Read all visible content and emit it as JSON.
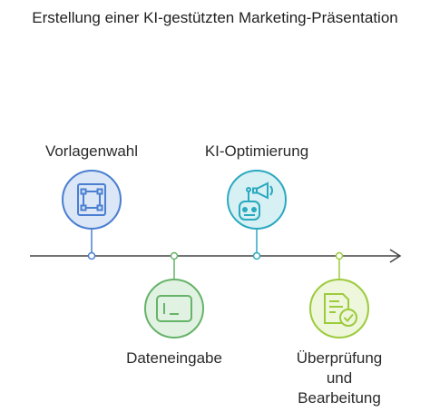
{
  "title": "Erstellung einer KI-gestützten Marketing-Präsentation",
  "steps": [
    {
      "label": "Vorlagenwahl",
      "icon": "template-frame-icon",
      "color": "#4a7fd1",
      "fill": "#dbe6f7"
    },
    {
      "label": "Dateneingabe",
      "icon": "terminal-input-icon",
      "color": "#66b36a",
      "fill": "#e1f2e2"
    },
    {
      "label": "KI-Optimierung",
      "icon": "robot-megaphone-icon",
      "color": "#2aa9bf",
      "fill": "#d6f0f4"
    },
    {
      "label": "Überprüfung\nund\nBearbeitung",
      "icon": "document-check-icon",
      "color": "#9ccb3b",
      "fill": "#eef6dc"
    }
  ],
  "timeline_color": "#444444"
}
